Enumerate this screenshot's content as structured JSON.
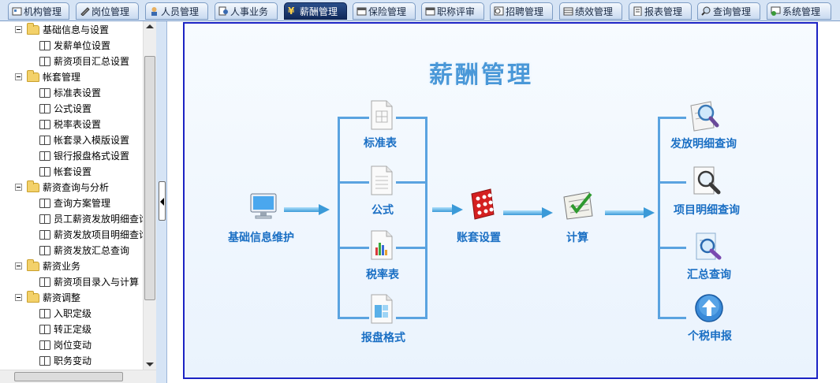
{
  "tabs": [
    {
      "label": "机构管理",
      "icon": "org-icon"
    },
    {
      "label": "岗位管理",
      "icon": "post-icon"
    },
    {
      "label": "人员管理",
      "icon": "person-icon"
    },
    {
      "label": "人事业务",
      "icon": "hr-icon"
    },
    {
      "label": "薪酬管理",
      "icon": "yen-icon",
      "active": true
    },
    {
      "label": "保险管理",
      "icon": "insurance-icon"
    },
    {
      "label": "职称评审",
      "icon": "title-review-icon"
    },
    {
      "label": "招聘管理",
      "icon": "recruit-icon"
    },
    {
      "label": "绩效管理",
      "icon": "performance-icon"
    },
    {
      "label": "报表管理",
      "icon": "report-icon"
    },
    {
      "label": "查询管理",
      "icon": "query-icon"
    },
    {
      "label": "系统管理",
      "icon": "system-icon"
    }
  ],
  "tree": {
    "groups": [
      {
        "label": "基础信息与设置",
        "items": [
          "发薪单位设置",
          "薪资项目汇总设置"
        ]
      },
      {
        "label": "帐套管理",
        "items": [
          "标准表设置",
          "公式设置",
          "税率表设置",
          "帐套录入模版设置",
          "银行报盘格式设置",
          "帐套设置"
        ]
      },
      {
        "label": "薪资查询与分析",
        "items": [
          "查询方案管理",
          "员工薪资发放明细查询",
          "薪资发放项目明细查询",
          "薪资发放汇总查询"
        ]
      },
      {
        "label": "薪资业务",
        "items": [
          "薪资项目录入与计算"
        ]
      },
      {
        "label": "薪资调整",
        "items": [
          "入职定级",
          "转正定级",
          "岗位变动",
          "职务变动"
        ]
      }
    ]
  },
  "diagram": {
    "title": "薪酬管理",
    "base_info": "基础信息维护",
    "tables": [
      "标准表",
      "公式",
      "税率表",
      "报盘格式"
    ],
    "account_setup": "账套设置",
    "calculate": "计算",
    "outputs": [
      "发放明细查询",
      "项目明细查询",
      "汇总查询",
      "个税申报"
    ]
  },
  "colors": {
    "accent": "#1a6fc4",
    "frame": "#1b23c4",
    "active_tab": "#1a3a72"
  }
}
